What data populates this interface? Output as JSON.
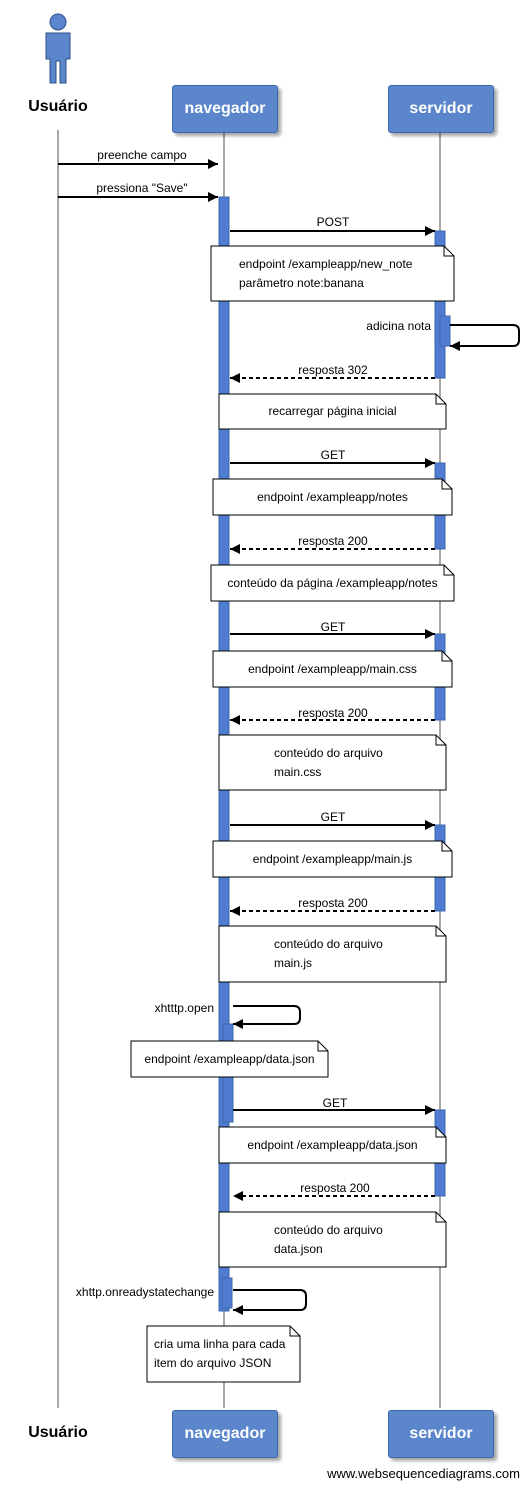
{
  "participants": {
    "user": "Usuário",
    "browser": "navegador",
    "server": "servidor"
  },
  "messages": [
    "preenche campo",
    "pressiona \"Save\"",
    "POST",
    "adicina nota",
    "resposta 302",
    "GET",
    "resposta 200",
    "GET",
    "resposta 200",
    "GET",
    "resposta 200",
    "xhtttp.open",
    "GET",
    "resposta 200",
    "xhttp.onreadystatechange"
  ],
  "notes": [
    [
      "endpoint /exampleapp/new_note",
      "parâmetro note:banana"
    ],
    [
      "recarregar página inicial"
    ],
    [
      "endpoint /exampleapp/notes"
    ],
    [
      "conteúdo da página /exampleapp/notes"
    ],
    [
      "endpoint /exampleapp/main.css"
    ],
    [
      "conteúdo do arquivo",
      "main.css"
    ],
    [
      "endpoint /exampleapp/main.js"
    ],
    [
      "conteúdo do arquivo",
      "main.js"
    ],
    [
      "endpoint /exampleapp/data.json"
    ],
    [
      "endpoint /exampleapp/data.json"
    ],
    [
      "conteúdo do arquivo",
      "data.json"
    ],
    [
      "cria uma linha para cada",
      "item do arquivo JSON"
    ]
  ],
  "footer": "www.websequencediagrams.com",
  "colors": {
    "participant_fill": "#5b86cc",
    "activation_fill": "#4f7bd0",
    "lifeline": "#a8a8a8"
  }
}
